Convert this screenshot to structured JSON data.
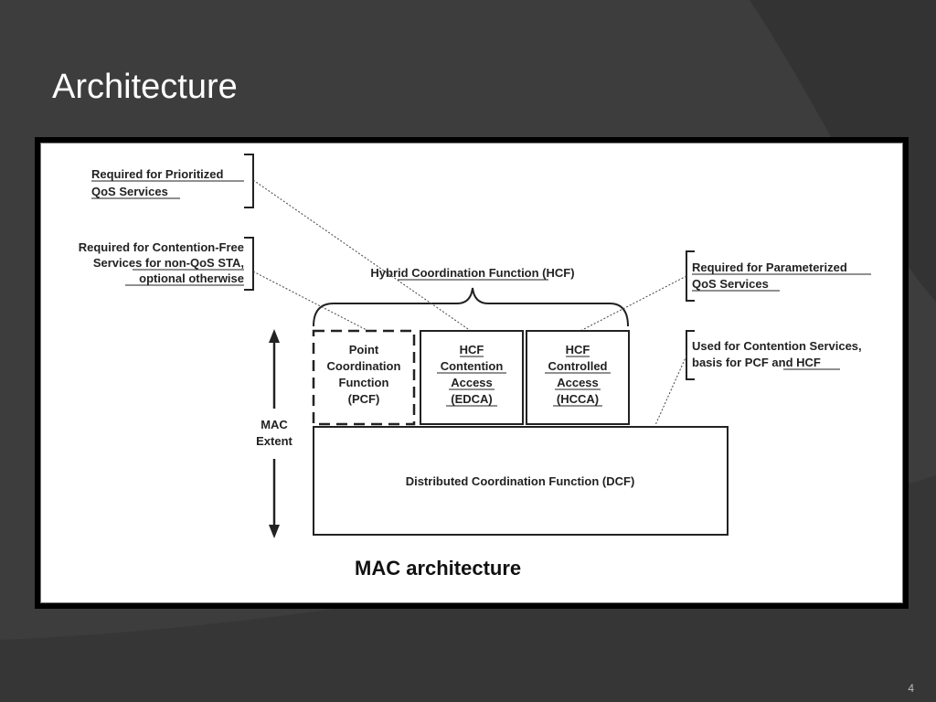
{
  "slide": {
    "title": "Architecture",
    "page_number": "4"
  },
  "diagram": {
    "notes": {
      "prioritized": [
        "Required for Prioritized",
        "QoS Services"
      ],
      "contention_free": [
        "Required for Contention-Free",
        "Services for non-QoS STA,",
        "optional otherwise"
      ],
      "parameterized": [
        "Required for Parameterized",
        "QoS Services"
      ],
      "contention": [
        "Used for  Contention Services,",
        "basis for PCF and HCF"
      ]
    },
    "hcf_label": "Hybrid Coordination Function (HCF)",
    "pcf_box": [
      "Point",
      "Coordination",
      "Function",
      "(PCF)"
    ],
    "edca_box": [
      "HCF",
      "Contention",
      "Access",
      "(EDCA)"
    ],
    "hcca_box": [
      "HCF",
      "Controlled",
      "Access",
      "(HCCA)"
    ],
    "dcf_box": "Distributed Coordination Function (DCF)",
    "mac_extent": [
      "MAC",
      "Extent"
    ],
    "caption": "MAC architecture"
  },
  "colors": {
    "background": "#3d3d3d",
    "frame": "#000000",
    "diagram_bg": "#ffffff"
  }
}
